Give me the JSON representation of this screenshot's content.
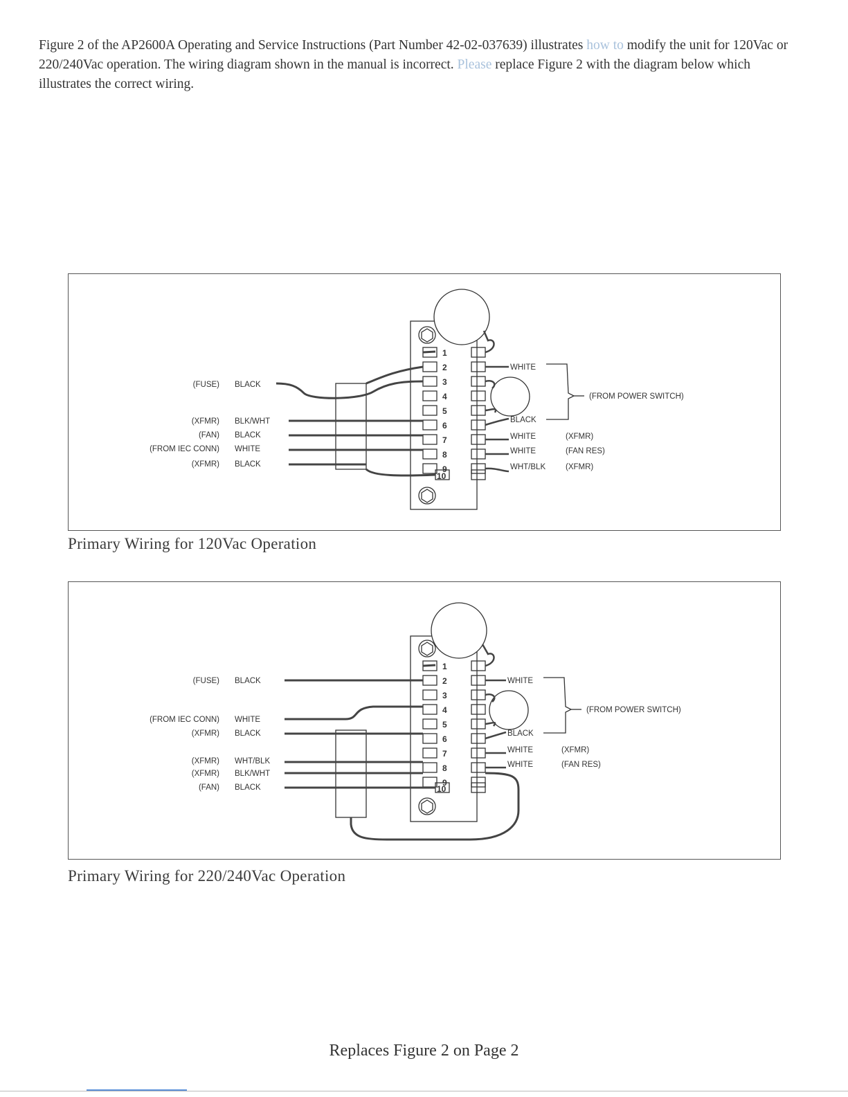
{
  "intro": {
    "part1": "Figure 2 of the AP2600A Operating and Service Instructions (Part Number 42-02-037639) illustrates ",
    "faded1": "how to",
    "part2": " modify the unit for 120Vac or 220/240Vac operation. The wiring diagram shown in the manual is incorrect. ",
    "faded2": "Please",
    "part3": " replace Figure 2 with the diagram below which illustrates the correct wiring."
  },
  "fig1": {
    "caption": "Primary Wiring for 120Vac Operation",
    "terminals": [
      "1",
      "2",
      "3",
      "4",
      "5",
      "6",
      "7",
      "8",
      "9",
      "10"
    ],
    "left": {
      "fuse_src": "(FUSE)",
      "fuse_color": "BLACK",
      "xfmr1_src": "(XFMR)",
      "xfmr1_color": "BLK/WHT",
      "fan_src": "(FAN)",
      "fan_color": "BLACK",
      "iec_src": "(FROM IEC CONN)",
      "iec_color": "WHITE",
      "xfmr2_src": "(XFMR)",
      "xfmr2_color": "BLACK"
    },
    "right": {
      "w2": "WHITE",
      "w6": "BLACK",
      "w7": "WHITE",
      "w8": "WHITE",
      "w9": "WHT/BLK",
      "d7": "(XFMR)",
      "d8": "(FAN RES)",
      "d9": "(XFMR)",
      "switch": "(FROM POWER SWITCH)"
    }
  },
  "fig2": {
    "caption": "Primary Wiring for 220/240Vac Operation",
    "terminals": [
      "1",
      "2",
      "3",
      "4",
      "5",
      "6",
      "7",
      "8",
      "9",
      "10"
    ],
    "left": {
      "fuse_src": "(FUSE)",
      "fuse_color": "BLACK",
      "iec_src": "(FROM IEC CONN)",
      "iec_color": "WHITE",
      "xfmr1_src": "(XFMR)",
      "xfmr1_color": "BLACK",
      "xfmr2_src": "(XFMR)",
      "xfmr2_color": "WHT/BLK",
      "xfmr3_src": "(XFMR)",
      "xfmr3_color": "BLK/WHT",
      "fan_src": "(FAN)",
      "fan_color": "BLACK"
    },
    "right": {
      "w2": "WHITE",
      "w6": "BLACK",
      "w7": "WHITE",
      "w8": "WHITE",
      "d7": "(XFMR)",
      "d8": "(FAN RES)",
      "switch": "(FROM POWER SWITCH)"
    }
  },
  "footer": "Replaces Figure 2 on Page 2"
}
